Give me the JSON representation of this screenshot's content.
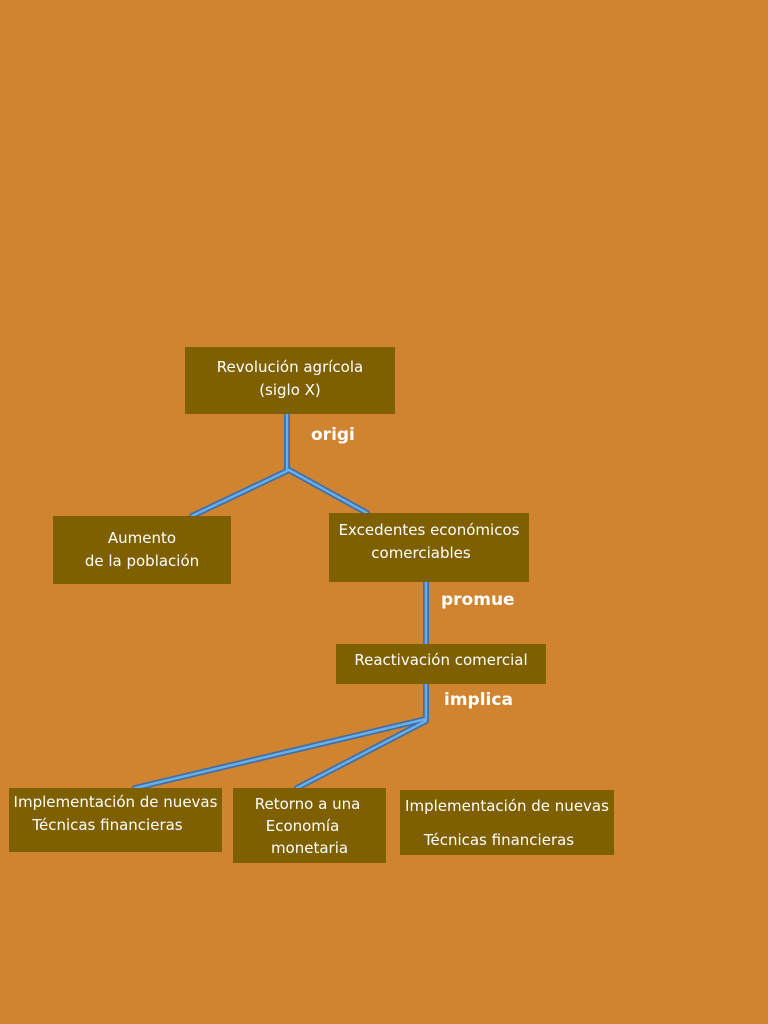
{
  "colors": {
    "background": "#D08430",
    "node_fill": "#7F6000",
    "connector": "#5B9BD5",
    "text": "#FFFFFF"
  },
  "nodes": {
    "revolucion": {
      "line1": "Revolución agrícola",
      "line2": "(siglo X)"
    },
    "aumento": {
      "line1": "Aumento",
      "line2": "de la población"
    },
    "excedentes": {
      "line1": "Excedentes económicos",
      "line2": "comerciables"
    },
    "reactivacion": {
      "line1": "Reactivación comercial"
    },
    "implementacion_1": {
      "line1": "Implementación de nuevas",
      "line2": "Técnicas financieras"
    },
    "retorno": {
      "line1": "Retorno a una",
      "line2": "Economía",
      "line3": "monetaria"
    },
    "implementacion_2": {
      "line1": "Implementación de nuevas",
      "line2": "Técnicas financieras"
    }
  },
  "edge_labels": {
    "origi": "origi",
    "promue": "promue",
    "implica": "implica"
  }
}
